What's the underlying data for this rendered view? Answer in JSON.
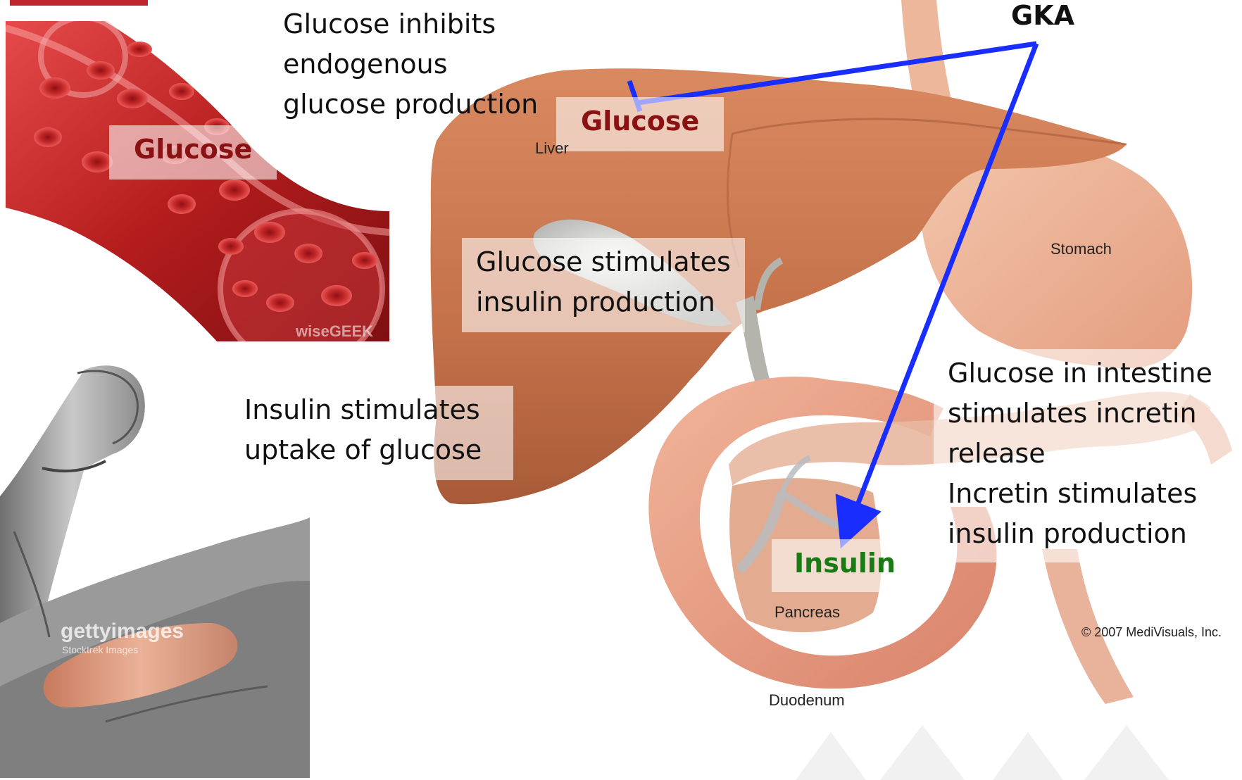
{
  "colors": {
    "glucose_text": "#8b1212",
    "insulin_text": "#1a7a14",
    "arrow": "#1a2dff",
    "organ": "#c9774f",
    "blood": "#b51d1d",
    "accent_bar": "#c0252d"
  },
  "icons": [
    "blood-vessel-illustration",
    "muscle-arm-illustration",
    "liver-illustration",
    "stomach-illustration",
    "pancreas-illustration",
    "duodenum-illustration",
    "inhibition-arrow",
    "stimulation-arrow"
  ],
  "labels": {
    "gka": "GKA",
    "glucose_inhibits": [
      "Glucose inhibits",
      "endogenous",
      "glucose production"
    ],
    "glucose_liver": "Glucose",
    "glucose_blood": "Glucose",
    "glucose_stimulates": [
      "Glucose stimulates",
      "insulin production"
    ],
    "insulin_stimulates": [
      "Insulin stimulates",
      "uptake of glucose"
    ],
    "intestine": [
      "Glucose in intestine",
      "stimulates incretin",
      "release",
      "Incretin stimulates",
      "insulin production"
    ],
    "insulin": "Insulin"
  },
  "organ_labels": {
    "liver": "Liver",
    "stomach": "Stomach",
    "pancreas": "Pancreas",
    "duodenum": "Duodenum",
    "copyright": "© 2007 MediVisuals, Inc."
  },
  "watermarks": {
    "wisegeek": "wiseGEEK",
    "getty": "gettyimages",
    "getty_sub": "Stocktrek Images"
  }
}
